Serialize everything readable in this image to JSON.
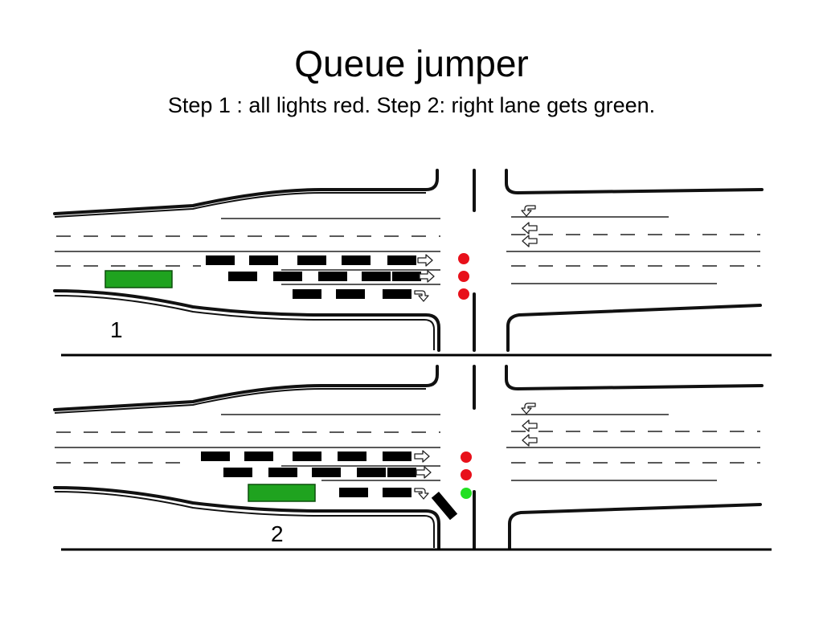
{
  "title": "Queue jumper",
  "subtitle": "Step 1 : all lights red. Step 2: right lane gets green.",
  "steps": [
    {
      "label": "1",
      "lights": [
        "red",
        "red",
        "red"
      ]
    },
    {
      "label": "2",
      "lights": [
        "red",
        "red",
        "green"
      ]
    }
  ],
  "colors": {
    "red_light": "#e8101a",
    "green_light": "#22e022",
    "bus": "#1fa31f",
    "bus_outline": "#0b4f0b"
  }
}
